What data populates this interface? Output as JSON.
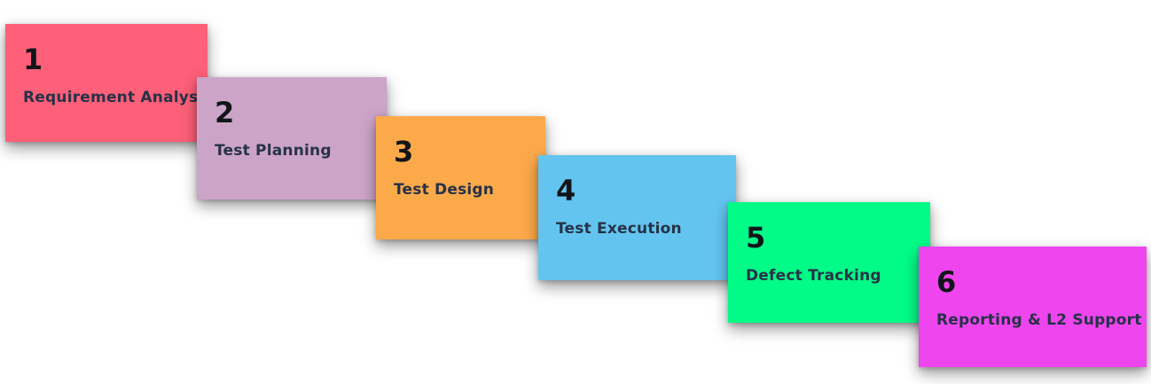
{
  "diagram": {
    "description": "Six-step cascading process diagram",
    "background": "#ffffff"
  },
  "text_colors": {
    "number": "#121419",
    "label": "#263248"
  },
  "steps": [
    {
      "number": "1",
      "label": "Requirement Analysis",
      "color": "#fd6078"
    },
    {
      "number": "2",
      "label": "Test Planning",
      "color": "#cca4c8"
    },
    {
      "number": "3",
      "label": "Test Design",
      "color": "#fca94a"
    },
    {
      "number": "4",
      "label": "Test Execution",
      "color": "#63c5ef"
    },
    {
      "number": "5",
      "label": "Defect Tracking",
      "color": "#00fc87"
    },
    {
      "number": "6",
      "label": "Reporting & L2 Support",
      "color": "#ee45ee"
    }
  ]
}
